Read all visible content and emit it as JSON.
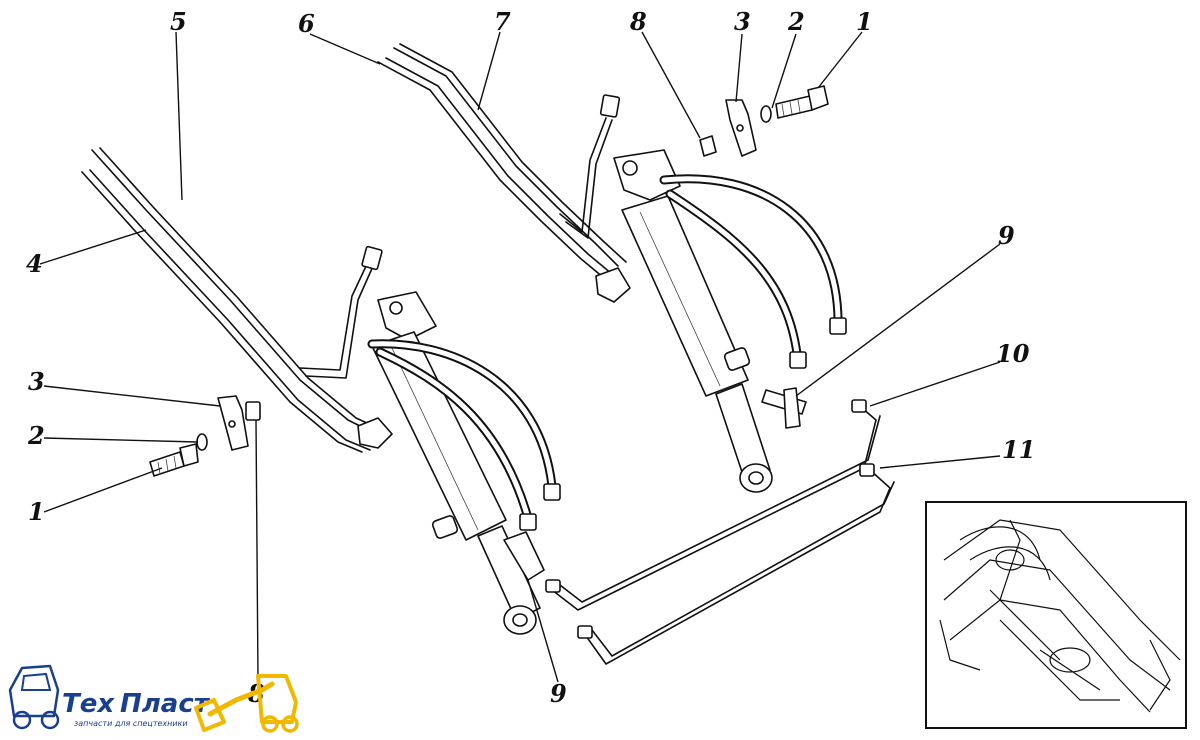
{
  "callouts": {
    "c1_top": "1",
    "c2_top": "2",
    "c3_top": "3",
    "c4": "4",
    "c5": "5",
    "c6": "6",
    "c7": "7",
    "c8_top": "8",
    "c9_right": "9",
    "c10": "10",
    "c11": "11",
    "c3_left": "3",
    "c2_left": "2",
    "c1_left": "1",
    "c8_bottom": "8",
    "c9_bottom": "9"
  },
  "logo": {
    "name_part1": "Тех",
    "name_part2": "Пласт",
    "tagline": "запчасти для спецтехники",
    "colors": {
      "blue": "#1a3f8f",
      "yellow": "#f2b800"
    }
  },
  "colors": {
    "ink": "#111111",
    "background": "#ffffff"
  }
}
